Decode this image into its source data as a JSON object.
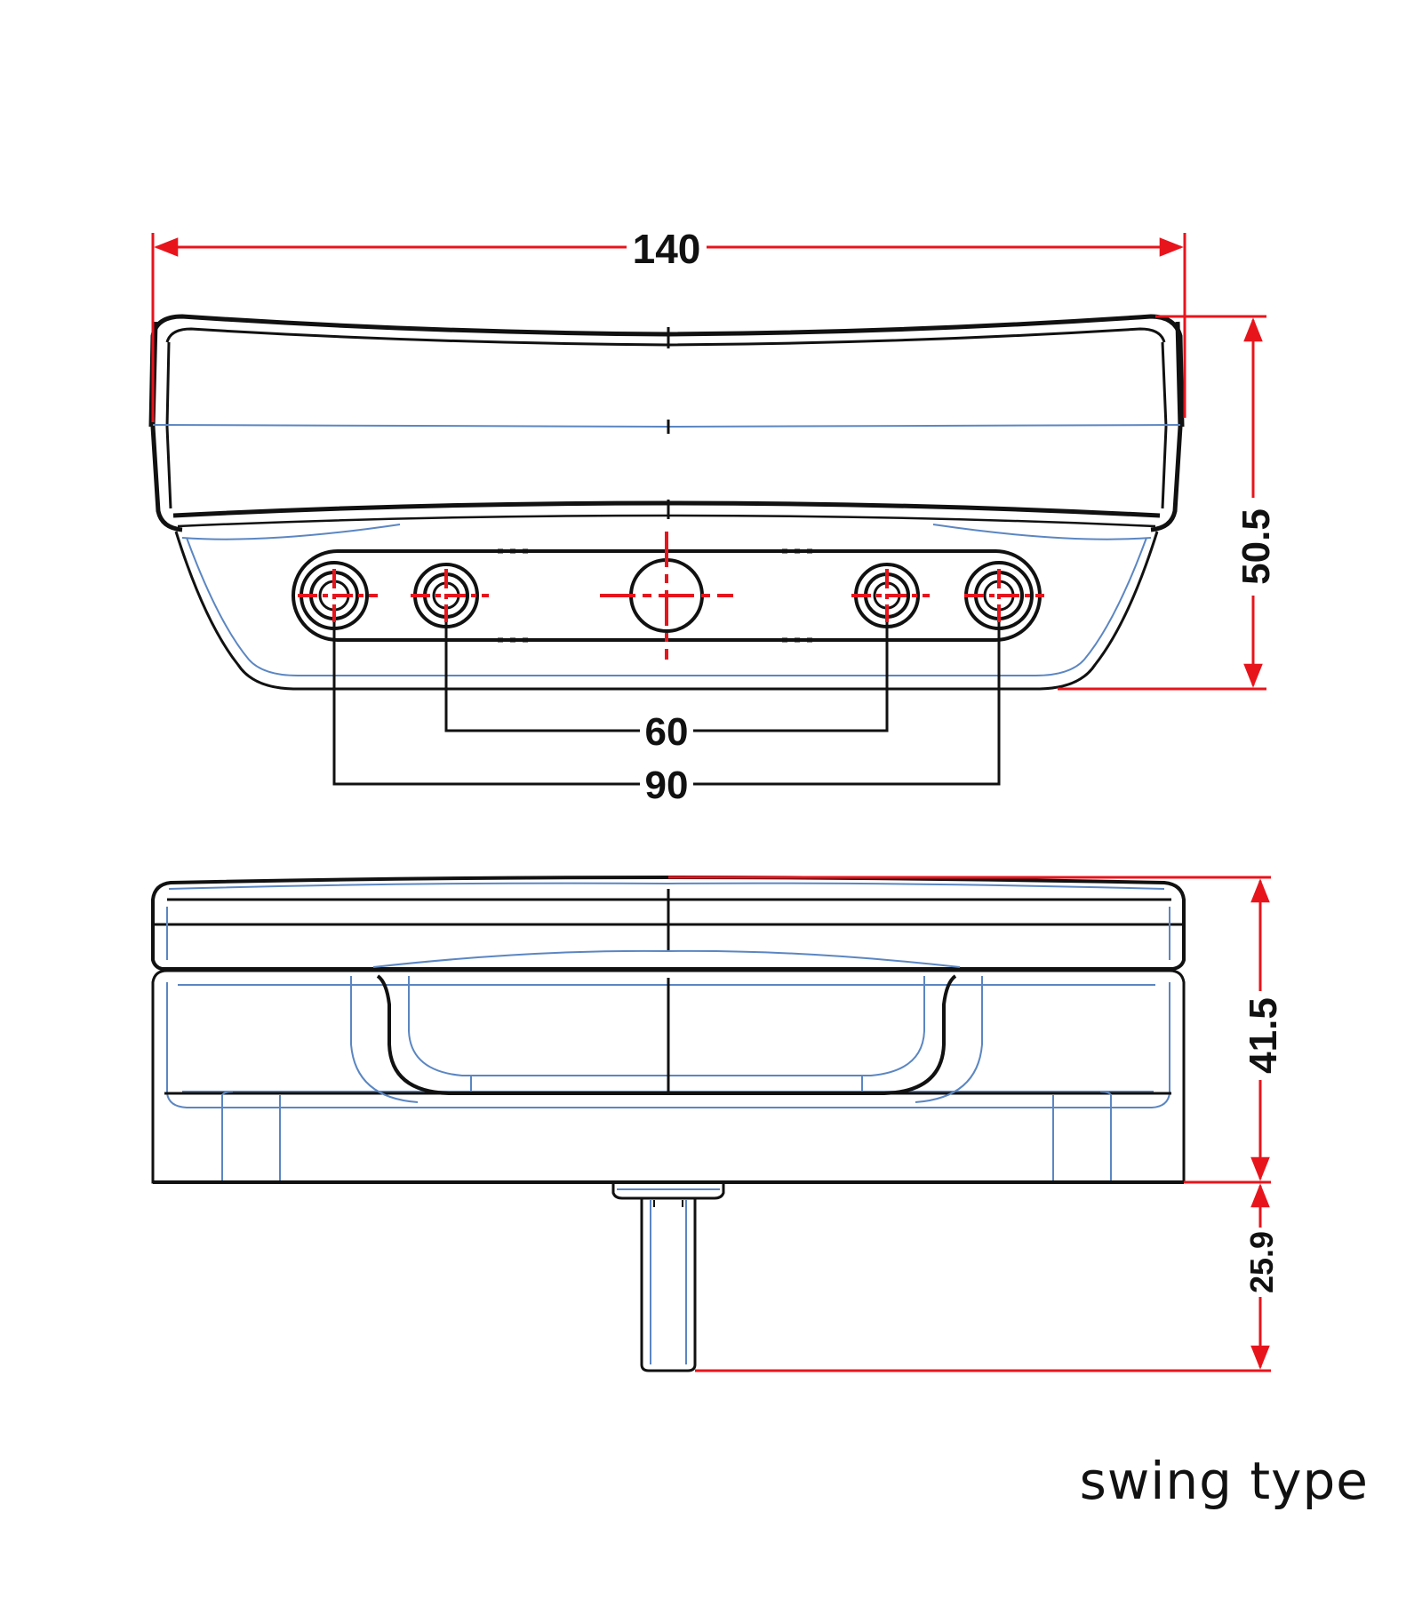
{
  "dimensions": {
    "overall_width": "140",
    "front_height": "50.5",
    "inner_hole_spacing": "60",
    "outer_hole_spacing": "90",
    "side_height": "41.5",
    "stud_length": "25.9"
  },
  "caption": "swing type",
  "colors": {
    "dimension_line": "#e8141c",
    "outline": "#111111",
    "detail_line": "#5b86c2",
    "background": "#ffffff"
  }
}
